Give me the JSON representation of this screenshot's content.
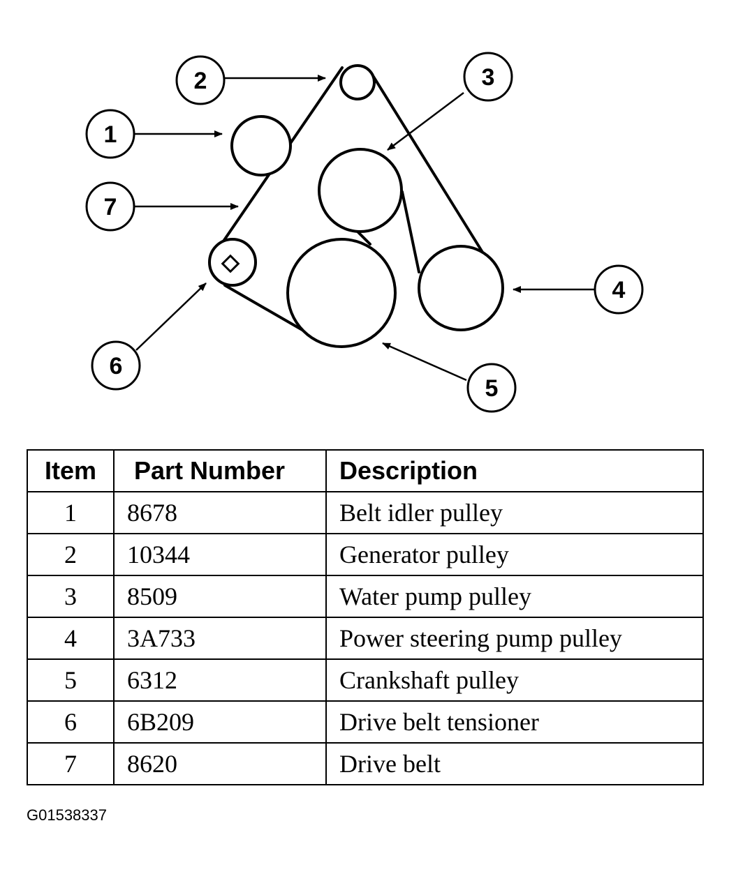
{
  "diagram": {
    "callouts": [
      "1",
      "2",
      "3",
      "4",
      "5",
      "6",
      "7"
    ]
  },
  "table": {
    "headers": [
      "Item",
      "Part Number",
      "Description"
    ],
    "rows": [
      [
        "1",
        "8678",
        "Belt idler pulley"
      ],
      [
        "2",
        "10344",
        "Generator pulley"
      ],
      [
        "3",
        "8509",
        "Water pump pulley"
      ],
      [
        "4",
        "3A733",
        "Power steering pump pulley"
      ],
      [
        "5",
        "6312",
        "Crankshaft pulley"
      ],
      [
        "6",
        "6B209",
        "Drive belt tensioner"
      ],
      [
        "7",
        "8620",
        "Drive belt"
      ]
    ]
  },
  "figure_id": "G01538337"
}
